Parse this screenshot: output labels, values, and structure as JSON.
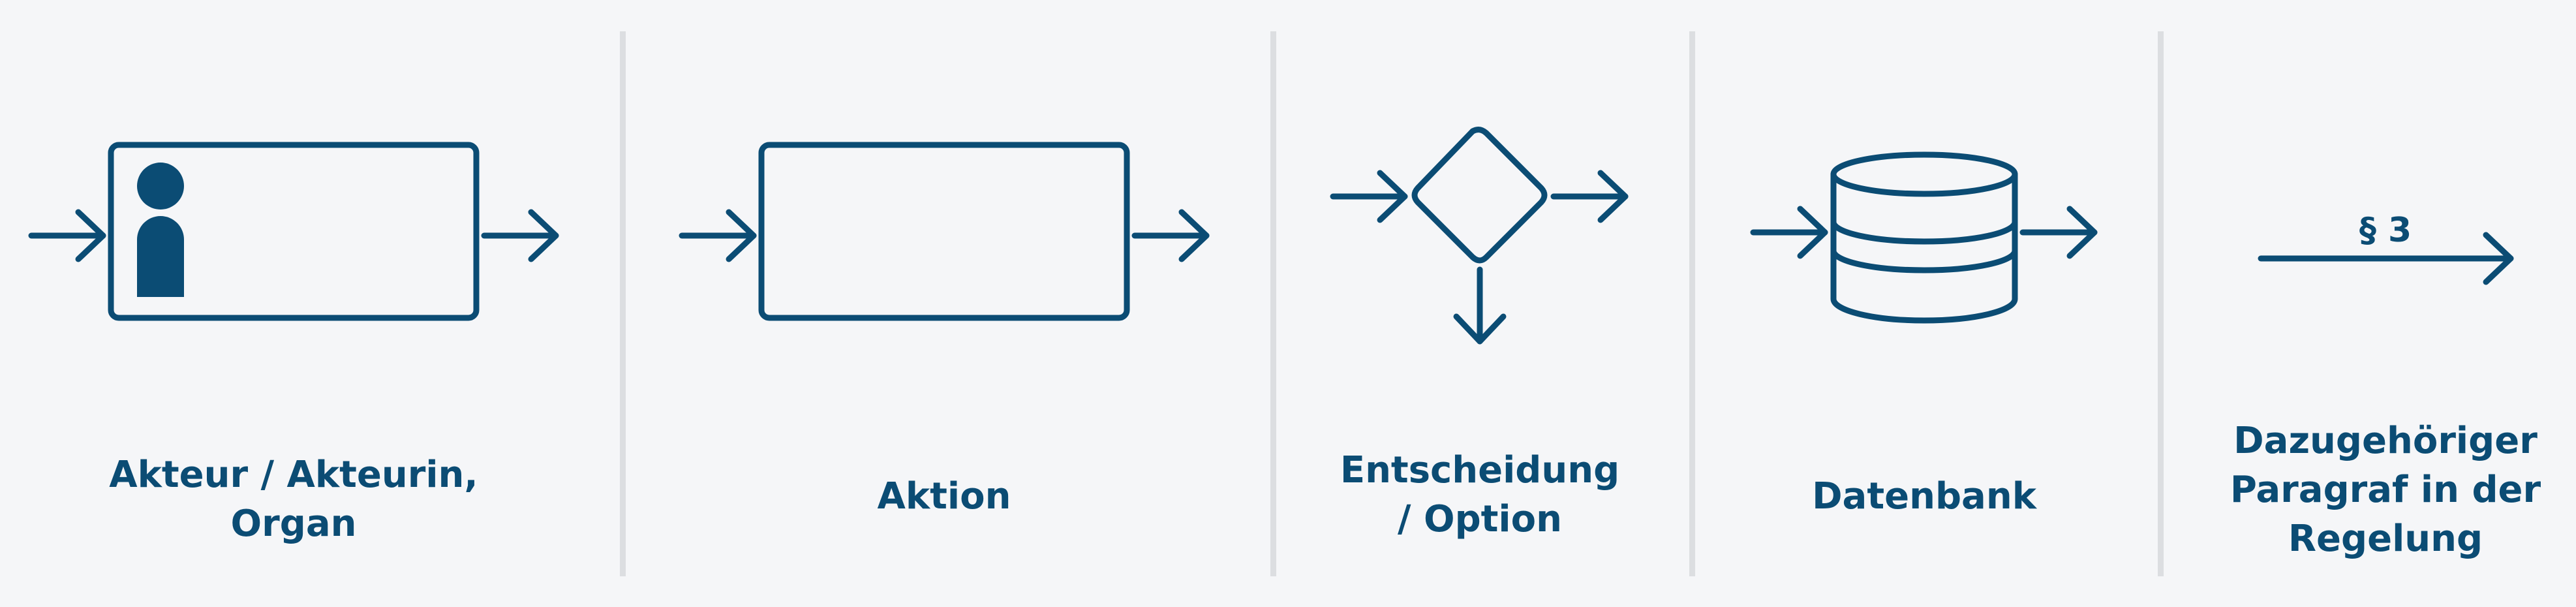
{
  "colors": {
    "background": "#f5f6f8",
    "primary": "#0b4c74",
    "divider": "#dcdee1"
  },
  "legend": {
    "items": [
      {
        "id": "actor",
        "icon": "actor-box-icon",
        "label_lines": [
          "Akteur / Akteurin,",
          "Organ"
        ]
      },
      {
        "id": "action",
        "icon": "action-box-icon",
        "label_lines": [
          "Aktion"
        ]
      },
      {
        "id": "decision",
        "icon": "decision-diamond-icon",
        "label_lines": [
          "Entscheidung",
          "/ Option"
        ]
      },
      {
        "id": "database",
        "icon": "database-icon",
        "label_lines": [
          "Datenbank"
        ]
      },
      {
        "id": "paragraph",
        "icon": "paragraph-arrow-icon",
        "label_lines": [
          "Dazugehöriger",
          "Paragraf in der",
          "Regelung"
        ],
        "arrow_text": "§ 3"
      }
    ]
  }
}
